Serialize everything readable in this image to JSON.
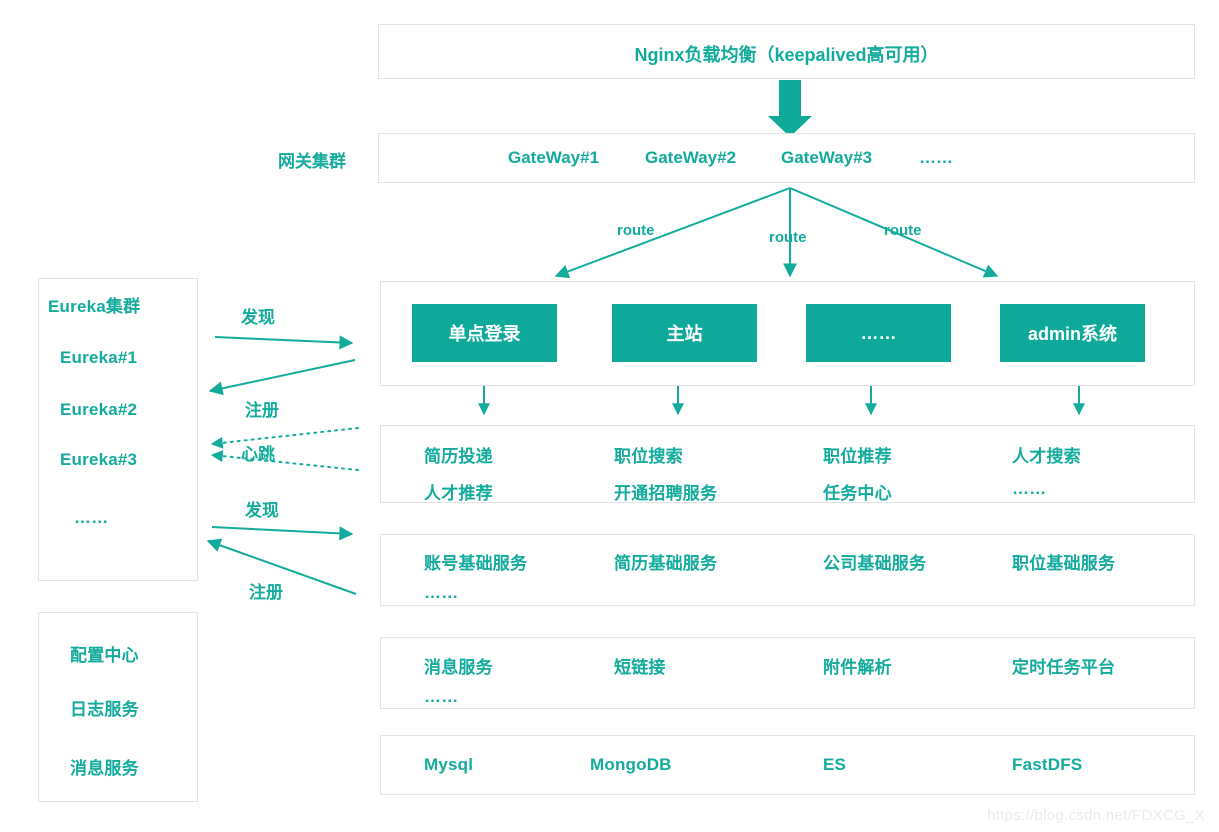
{
  "colors": {
    "teal": "#13ab9d",
    "teal_fill": "#0fa99c",
    "panel_border": "#e2e3e5",
    "watermark": "#e8eaec"
  },
  "nginx": {
    "label": "Nginx负载均衡（keepalived高可用）"
  },
  "gateway": {
    "side_label": "网关集群",
    "items": [
      {
        "label": "GateWay#1"
      },
      {
        "label": "GateWay#2"
      },
      {
        "label": "GateWay#3"
      },
      {
        "label": "……"
      }
    ]
  },
  "route_labels": [
    {
      "label": "route"
    },
    {
      "label": "route"
    },
    {
      "label": "route"
    }
  ],
  "eureka": {
    "title": "Eureka集群",
    "nodes": [
      "Eureka#1",
      "Eureka#2",
      "Eureka#3",
      "……"
    ]
  },
  "infra": {
    "items": [
      "配置中心",
      "日志服务",
      "消息服务"
    ]
  },
  "relations": {
    "discover_top": "发现",
    "register_top": "注册",
    "heartbeat": "心跳",
    "discover_bottom": "发现",
    "register_bottom": "注册"
  },
  "apps": {
    "boxes": [
      {
        "label": "单点登录"
      },
      {
        "label": "主站"
      },
      {
        "label": "……"
      },
      {
        "label": "admin系统"
      }
    ]
  },
  "business": {
    "columns": [
      {
        "rows": [
          "简历投递",
          "人才推荐"
        ]
      },
      {
        "rows": [
          "职位搜索",
          "开通招聘服务"
        ]
      },
      {
        "rows": [
          "职位推荐",
          "任务中心"
        ]
      },
      {
        "rows": [
          "人才搜索",
          "……"
        ]
      }
    ]
  },
  "base_services": {
    "columns": [
      {
        "rows": [
          "账号基础服务",
          "……"
        ]
      },
      {
        "rows": [
          "简历基础服务",
          ""
        ]
      },
      {
        "rows": [
          "公司基础服务",
          ""
        ]
      },
      {
        "rows": [
          "职位基础服务",
          ""
        ]
      }
    ]
  },
  "middleware": {
    "columns": [
      {
        "rows": [
          "消息服务",
          "……"
        ]
      },
      {
        "rows": [
          "短链接",
          ""
        ]
      },
      {
        "rows": [
          "附件解析",
          ""
        ]
      },
      {
        "rows": [
          "定时任务平台",
          ""
        ]
      }
    ]
  },
  "storage": {
    "items": [
      "Mysql",
      "MongoDB",
      "ES",
      "FastDFS"
    ]
  },
  "watermark": {
    "text": "https://blog.csdn.net/FDXCG_X"
  }
}
